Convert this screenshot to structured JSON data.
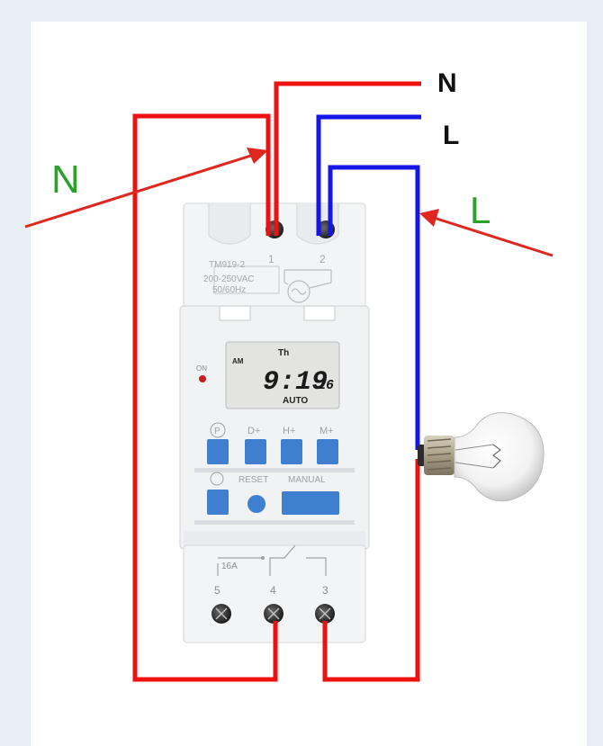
{
  "labels": {
    "top_n": "N",
    "top_l": "L",
    "side_n": "N",
    "side_l": "L"
  },
  "device": {
    "model": "TM919-2",
    "voltage": "200-250VAC",
    "frequency": "50/60Hz",
    "terminal_1": "1",
    "terminal_2": "2",
    "terminal_3": "3",
    "terminal_4": "4",
    "terminal_5": "5",
    "relay_rating": "16A",
    "on_led": "ON"
  },
  "display": {
    "day": "Th",
    "period": "AM",
    "time": "9:19",
    "seconds": "16",
    "mode": "AUTO"
  },
  "buttons": {
    "p": "P",
    "d": "D+",
    "h": "H+",
    "m": "M+",
    "reset": "RESET",
    "manual": "MANUAL"
  },
  "colors": {
    "neutral_wire": "#ee1111",
    "live_wire": "#1515e6",
    "side_label": "#2aa12a",
    "arrow": "#e0271f"
  }
}
